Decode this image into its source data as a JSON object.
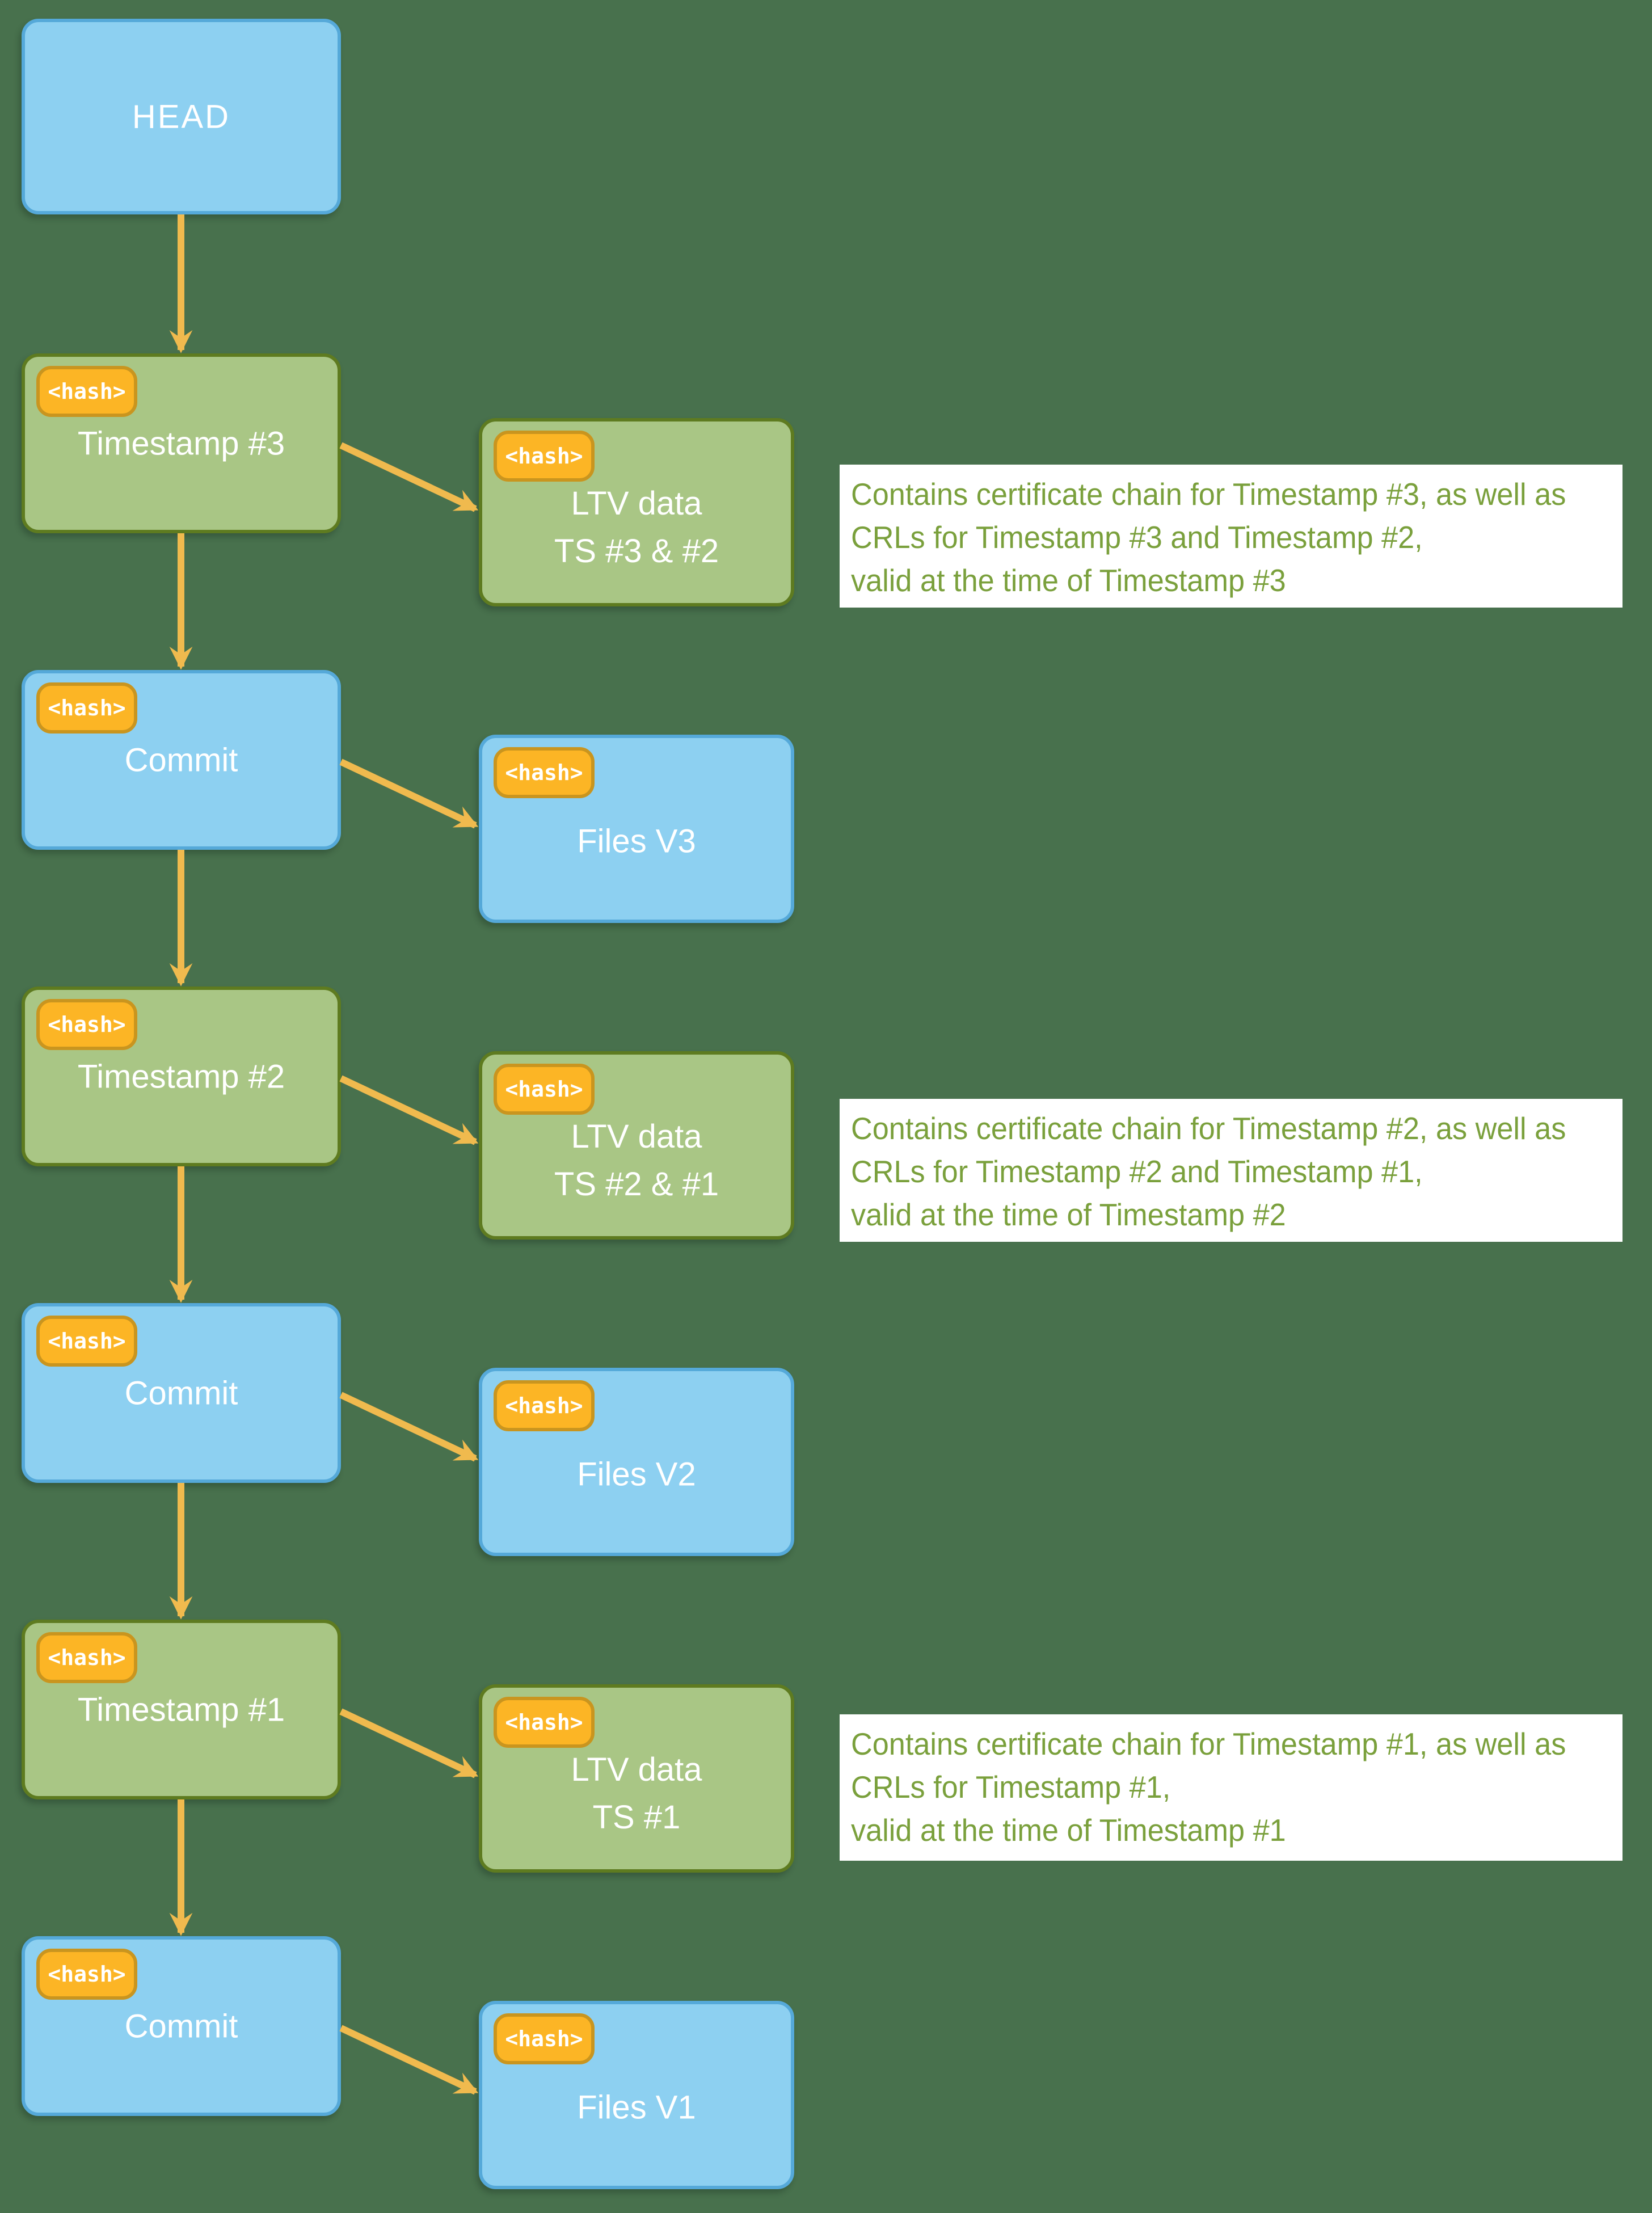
{
  "diagram": {
    "background": "#48714d",
    "badge": {
      "label": "<hash>",
      "fill": "#fcb525",
      "border": "#c9951f"
    },
    "palette": {
      "blue_fill": "#8dd0f1",
      "blue_border": "#55a9d9",
      "green_fill": "#a9c685",
      "green_border": "#5e7b20",
      "arrow": "#f0ba4e",
      "annotation_text": "#7aa03c",
      "annotation_bg": "#ffffff",
      "label_text": "#ffffff"
    },
    "nodes": {
      "head": {
        "label": "HEAD"
      },
      "timestamp3": {
        "label": "Timestamp #3"
      },
      "ltv_ts3_2": {
        "lines": [
          "LTV data",
          "TS #3 & #2"
        ]
      },
      "commit_a": {
        "label": "Commit"
      },
      "files_v3": {
        "label": "Files V3"
      },
      "timestamp2": {
        "label": "Timestamp #2"
      },
      "ltv_ts2_1": {
        "lines": [
          "LTV data",
          "TS #2 & #1"
        ]
      },
      "commit_b": {
        "label": "Commit"
      },
      "files_v2": {
        "label": "Files V2"
      },
      "timestamp1": {
        "label": "Timestamp #1"
      },
      "ltv_ts1": {
        "lines": [
          "LTV data",
          "TS #1"
        ]
      },
      "commit_c": {
        "label": "Commit"
      },
      "files_v1": {
        "label": "Files V1"
      }
    },
    "annotations": [
      {
        "lines": [
          "Contains certificate chain for Timestamp #3, as well as",
          "CRLs for Timestamp #3 and Timestamp #2,",
          "valid at the time of Timestamp #3"
        ]
      },
      {
        "lines": [
          "Contains certificate chain for Timestamp #2, as well as",
          "CRLs for Timestamp #2 and Timestamp #1,",
          "valid at the time of Timestamp #2"
        ]
      },
      {
        "lines": [
          "Contains certificate chain for Timestamp #1, as well as",
          "CRLs for Timestamp #1,",
          "valid at the time of Timestamp #1"
        ]
      }
    ]
  }
}
